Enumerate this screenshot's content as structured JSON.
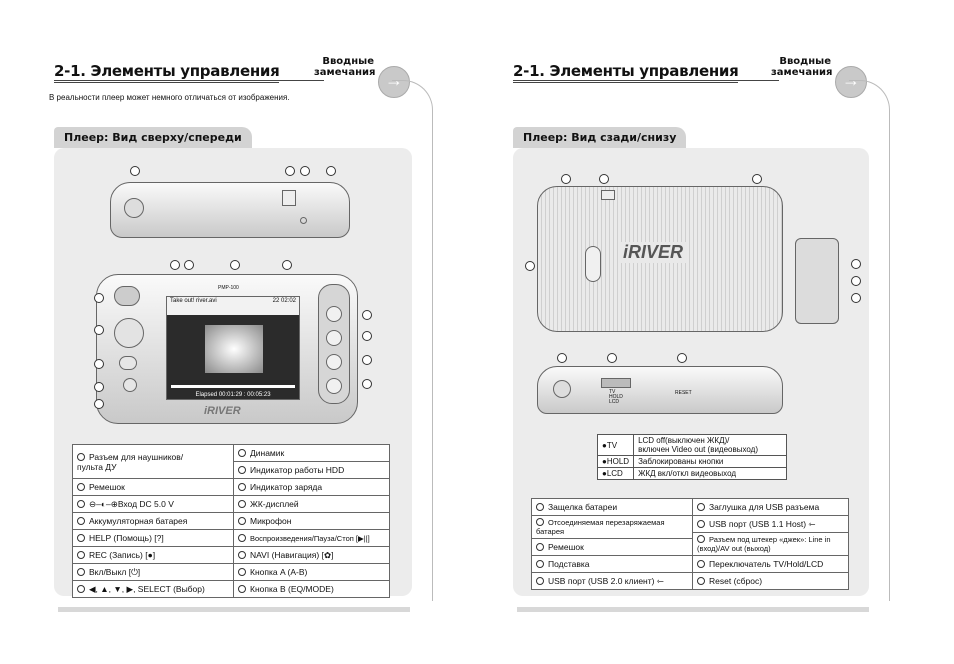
{
  "left": {
    "title": "2-1. Элементы управления",
    "note": [
      "Вводные",
      "замечания"
    ],
    "subtitle": "В реальности плеер может немного отличаться от изображения.",
    "panel_title": "Плеер: Вид сверху/спереди",
    "screen": {
      "file": "Take out! river.avi",
      "clock": "22 02:02",
      "label": "PMP-100",
      "elapsed_label": "Elapsed",
      "elapsed": "00:01:29 : 00:05:23"
    },
    "brand": "iRIVER",
    "legend": [
      [
        "Разъем для наушников/\nпульта ДУ",
        "Динамик"
      ],
      [
        "",
        "Индикатор работы HDD"
      ],
      [
        "Ремешок",
        "Индикатор заряда"
      ],
      [
        "⊖–◐–⊕Вход DC 5.0 V",
        "ЖК-дисплей"
      ],
      [
        "Аккумуляторная батарея",
        "Микрофон"
      ],
      [
        "HELP (Помощь) [?]",
        "Воспроизведения/Пауза/Стоп [▶||]"
      ],
      [
        "REC (Запись) [●]",
        "NAVI (Навигация) [✿]"
      ],
      [
        "Вкл/Выкл [⏻]",
        "Кнопка A (A-B)"
      ],
      [
        "◀, ▲, ▼, ▶, SELECT (Выбор)",
        "Кнопка B (EQ/MODE)"
      ]
    ]
  },
  "right": {
    "title": "2-1. Элементы управления",
    "note": [
      "Вводные",
      "замечания"
    ],
    "panel_title": "Плеер: Вид сзади/снизу",
    "brand": "iRIVER",
    "switch_labels": [
      "TV",
      "HOLD",
      "LCD"
    ],
    "reset_label": "RESET",
    "mode_table": [
      [
        "●TV",
        "LCD off(выключен ЖКД)/\nвключен Video out (видеовыход)"
      ],
      [
        "●HOLD",
        "Заблокированы кнопки"
      ],
      [
        "●LCD",
        "ЖКД вкл/откл видеовыход"
      ]
    ],
    "legend": [
      [
        "Защелка батареи",
        "Заглушка для USB разъема"
      ],
      [
        "Отсоединяемая перезаряжаемая\nбатарея",
        "USB порт (USB 1.1 Host) ⇽"
      ],
      [
        "Ремешок",
        "Разъем под штекер «джек»: Line in\n(вход)/AV out (выход)"
      ],
      [
        "Подставка",
        "Переключатель TV/Hold/LCD"
      ],
      [
        "USB порт (USB 2.0 клиент) ⇽",
        "Reset (сброс)"
      ]
    ]
  }
}
